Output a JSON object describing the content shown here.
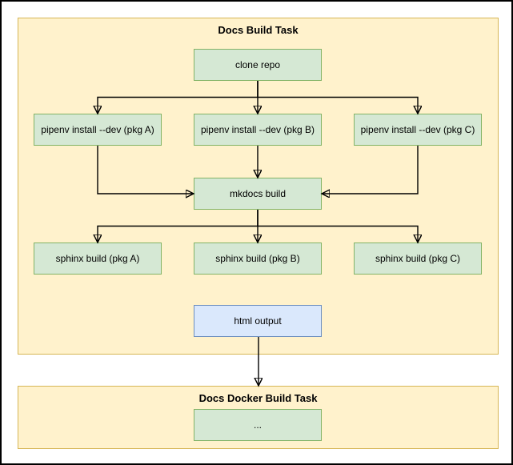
{
  "containers": {
    "build": {
      "title": "Docs Build Task",
      "nodes": {
        "clone": "clone repo",
        "pipenvA": "pipenv install --dev (pkg A)",
        "pipenvB": "pipenv install --dev (pkg B)",
        "pipenvC": "pipenv install --dev (pkg C)",
        "mkdocs": "mkdocs build",
        "sphinxA": "sphinx build (pkg A)",
        "sphinxB": "sphinx build (pkg B)",
        "sphinxC": "sphinx build (pkg C)",
        "htmlOutput": "html output"
      }
    },
    "docker": {
      "title": "Docs Docker Build Task",
      "nodes": {
        "placeholder": "..."
      }
    }
  },
  "colors": {
    "container_fill": "#FFF2CC",
    "container_stroke": "#D6B656",
    "step_fill": "#D5E8D4",
    "step_stroke": "#82B366",
    "output_fill": "#DAE8FC",
    "output_stroke": "#6C8EBF",
    "connector": "#000000"
  }
}
